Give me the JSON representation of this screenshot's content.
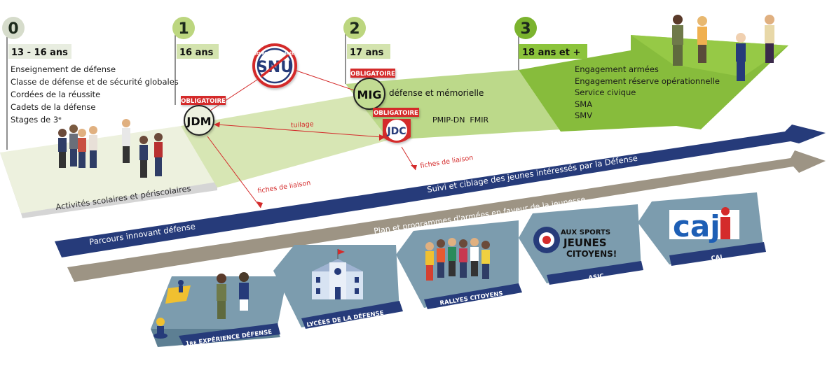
{
  "steps": [
    {
      "num": "0",
      "age": "13 - 16 ans"
    },
    {
      "num": "1",
      "age": "16 ans"
    },
    {
      "num": "2",
      "age": "17 ans"
    },
    {
      "num": "3",
      "age": "18 ans et +"
    }
  ],
  "step0_items": [
    "Enseignement de défense",
    "Classe de défense et de sécurité globales",
    "Cordées de la réussite",
    "Cadets de la défense",
    "Stages de 3ᵉ"
  ],
  "step3_items": [
    "Engagement armées",
    "Engagement réserve opérationnelle",
    "Service civique",
    "SMA",
    "SMV"
  ],
  "badges": {
    "obligatoire": "OBLIGATOIRE",
    "jdm": "JDM",
    "mig": "MIG",
    "mig_desc": "défense et mémorielle",
    "jdc": "JDC",
    "snu": "SNU",
    "snu_arc": "JEUNESSE ENGAGÉE"
  },
  "labels": {
    "tuilage": "tuilage",
    "fiches1": "fiches de liaison",
    "fiches2": "fiches de liaison",
    "pmip": "PMIP-DN  FMIR",
    "activites": "Activités scolaires et périscolaires",
    "suivi": "Suivi et ciblage des jeunes intéressés par la Défense",
    "parcours": "Parcours innovant défense",
    "plan": "Plan et programmes d'armées en faveur de la jeunesse"
  },
  "tiles": [
    "1ʀᴇ EXPÉRIENCE DÉFENSE",
    "LYCÉES DE LA DÉFENSE",
    "RALLYES CITOYENS",
    "ASJC",
    "CAJ"
  ],
  "logos": {
    "asjc": [
      "AUX SPORTS",
      "JEUNES",
      "CITOYENS!"
    ],
    "caj": "caj"
  },
  "colors": {
    "step0": "#edf1de",
    "step1": "#d7e6b4",
    "step2": "#bcd98a",
    "step3": "#87bc3c",
    "arrow_head": "#7dbb2e",
    "blue": "#263b7a",
    "taupe": "#9d9484",
    "tile": "#7c9cae",
    "red": "#d42b2b",
    "circle0": "#d6dccb",
    "circle1": "#bcd67f",
    "circle3": "#7bb32e",
    "age_bg0": "#e8ede0",
    "age_bg1": "#d3e3ae",
    "age_bg3": "#8cc43c"
  }
}
